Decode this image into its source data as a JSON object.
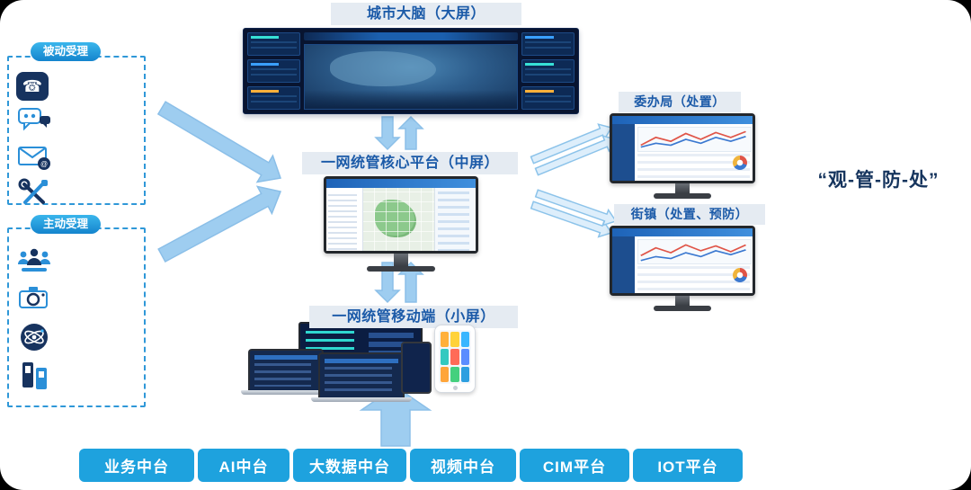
{
  "nodes": {
    "big_screen": {
      "label": "城市大脑（大屏）"
    },
    "core_platform": {
      "label": "一网统管核心平台（中屏）"
    },
    "mobile": {
      "label": "一网统管移动端（小屏）"
    },
    "bureau": {
      "label": "委办局（处置）"
    },
    "street": {
      "label": "街镇（处置、预防）"
    }
  },
  "left_groups": [
    {
      "title": "被动受理",
      "icons": [
        "hotline-phone-icon",
        "chat-people-icon",
        "mail-icon",
        "tools-icon"
      ]
    },
    {
      "title": "主动受理",
      "icons": [
        "meeting-icon",
        "camera-icon",
        "atom-sensing-icon",
        "kiosk-terminal-icon"
      ]
    }
  ],
  "platforms": [
    "业务中台",
    "AI中台",
    "大数据中台",
    "视频中台",
    "CIM平台",
    "IOT平台"
  ],
  "quote": "“观-管-防-处”",
  "icons": {
    "phone_glyph": "☎",
    "at": "@"
  },
  "colors": {
    "label_bg": "#e5ebf2",
    "label_text": "#1b5aa8",
    "pill_blue": "#1484cd",
    "dashed_border": "#2f98d8",
    "arrow_blue": "#9ecdf0",
    "platform_chip": "#1ea2de",
    "quote_text": "#16355e",
    "dark_screen": "#0b1d42",
    "screen_header_blue": "#2d6fc4"
  }
}
